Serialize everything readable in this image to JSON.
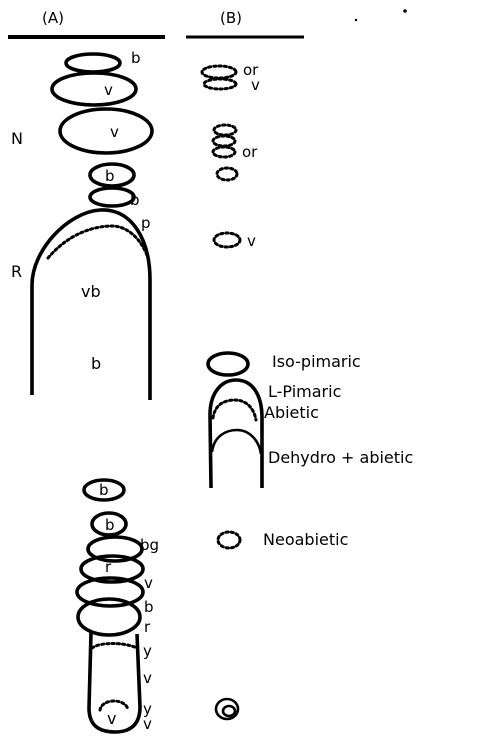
{
  "headers": {
    "col_a": "(A)",
    "col_b": "(B)"
  },
  "col_a_top": {
    "b1": "b",
    "v1": "v",
    "N": "N",
    "v2": "v",
    "b_inner": "b",
    "b2": "b",
    "p": "p",
    "R": "R",
    "vb": "vb",
    "b3": "b"
  },
  "col_b_top": {
    "or1": "or",
    "v1": "v",
    "or2": "or",
    "v2": "v"
  },
  "col_b_compounds": {
    "iso": "Iso-pimaric",
    "lpim": "L-Pimaric",
    "abietic": "Abietic",
    "dehydro": "Dehydro + abietic",
    "neo": "Neoabietic"
  },
  "col_a_bottom": {
    "b_top": "b",
    "b_second": "b",
    "bg": "bg",
    "r_inner": "r",
    "v1": "v",
    "b": "b",
    "r": "r",
    "y1": "y",
    "v2": "v",
    "v_inner": "v",
    "y2": "y",
    "v3": "v"
  }
}
